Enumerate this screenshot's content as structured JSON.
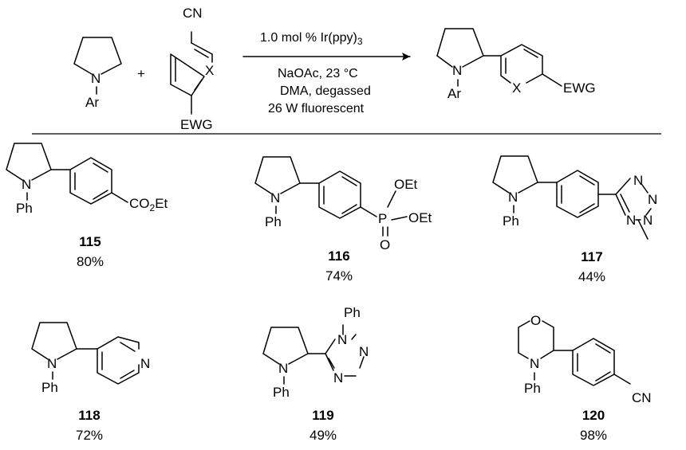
{
  "scheme": {
    "reactant1": {
      "n": "N",
      "ar": "Ar"
    },
    "reactant2": {
      "cn": "CN",
      "x": "X",
      "ewg": "EWG"
    },
    "plus": "+",
    "conditions": [
      "1.0 mol % Ir(ppy)",
      "NaOAc, 23 °C",
      "DMA, degassed",
      "26 W fluorescent"
    ],
    "conditions_subscript": "3",
    "product": {
      "n": "N",
      "ar": "Ar",
      "x": "X",
      "ewg": "EWG"
    }
  },
  "compounds": [
    {
      "id": "115",
      "yield": "80%",
      "n": "N",
      "ph": "Ph",
      "group": "CO",
      "group_sub": "2",
      "group_tail": "Et"
    },
    {
      "id": "116",
      "yield": "74%",
      "n": "N",
      "ph": "Ph",
      "p": "P",
      "oet1": "OEt",
      "oet2": "OEt",
      "o": "O"
    },
    {
      "id": "117",
      "yield": "44%",
      "n": "N",
      "ph": "Ph",
      "tz_n1": "N",
      "tz_n2": "N",
      "tz_n3": "N",
      "tz_n4": "N"
    },
    {
      "id": "118",
      "yield": "72%",
      "n": "N",
      "ph": "Ph",
      "pyr_n": "N"
    },
    {
      "id": "119",
      "yield": "49%",
      "n": "N",
      "ph": "Ph",
      "tri_ph": "Ph",
      "tri_n1": "N",
      "tri_n2": "N",
      "tri_n3": "N"
    },
    {
      "id": "120",
      "yield": "98%",
      "n": "N",
      "ph": "Ph",
      "o": "O",
      "cn": "CN"
    }
  ]
}
